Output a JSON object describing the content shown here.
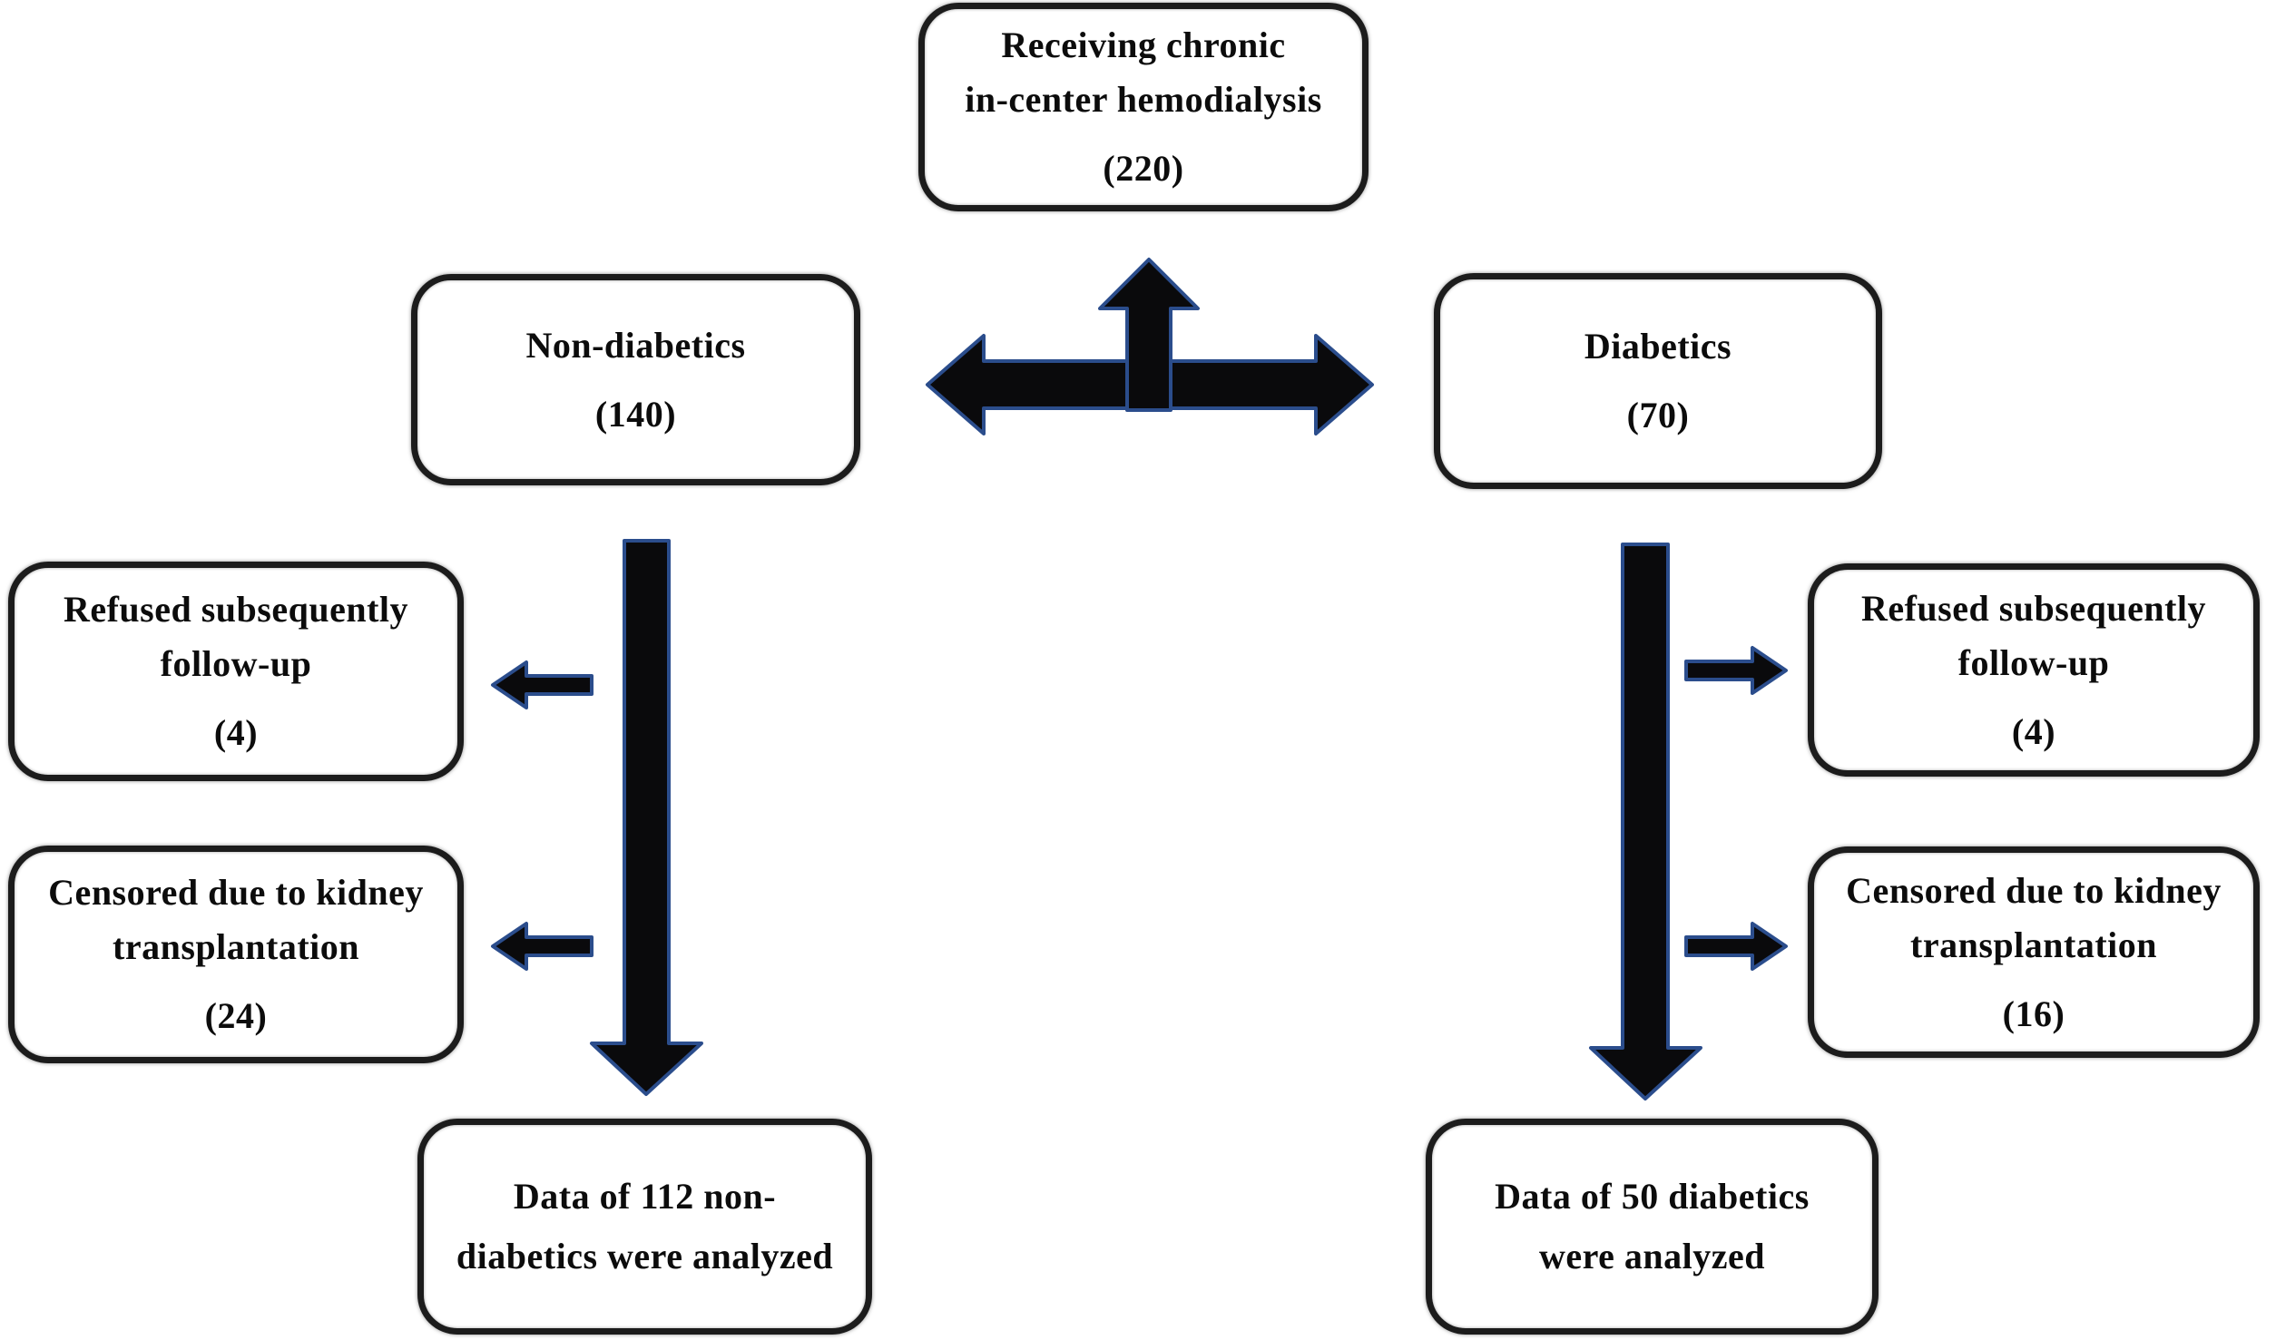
{
  "figure": {
    "type": "study-flow-diagram",
    "background": "#ffffff"
  },
  "boxes": {
    "top": {
      "lines": [
        "Receiving chronic",
        "in-center hemodialysis"
      ],
      "count": "(220)"
    },
    "non_diabetics": {
      "lines": [
        "Non-diabetics"
      ],
      "count": "(140)"
    },
    "diabetics": {
      "lines": [
        "Diabetics"
      ],
      "count": "(70)"
    },
    "left_refused": {
      "lines": [
        "Refused subsequently",
        "follow-up"
      ],
      "count": "(4)"
    },
    "left_censored": {
      "lines": [
        "Censored due to kidney",
        "transplantation"
      ],
      "count": "(24)"
    },
    "right_refused": {
      "lines": [
        "Refused subsequently",
        "follow-up"
      ],
      "count": "(4)"
    },
    "right_censored": {
      "lines": [
        "Censored due to kidney",
        "transplantation"
      ],
      "count": "(16)"
    },
    "left_result": {
      "lines": [
        "Data of 112 non-",
        "diabetics were analyzed"
      ]
    },
    "right_result": {
      "lines": [
        "Data of 50 diabetics",
        "were analyzed"
      ]
    }
  },
  "arrows": {
    "center_up": "up-arrow",
    "center_horizontal": "left-right-double-arrow",
    "left_down": "thick-down-arrow",
    "right_down": "thick-down-arrow",
    "left_exclusion_1": "left-arrow",
    "left_exclusion_2": "left-arrow",
    "right_exclusion_1": "right-arrow",
    "right_exclusion_2": "right-arrow"
  },
  "colors": {
    "background": "#ffffff",
    "box_fill": "#ffffff",
    "box_border": "#1c1c1c",
    "text": "#0c0c0c",
    "arrow_fill": "#0a0a0c",
    "arrow_outline": "#2b4d8c"
  }
}
